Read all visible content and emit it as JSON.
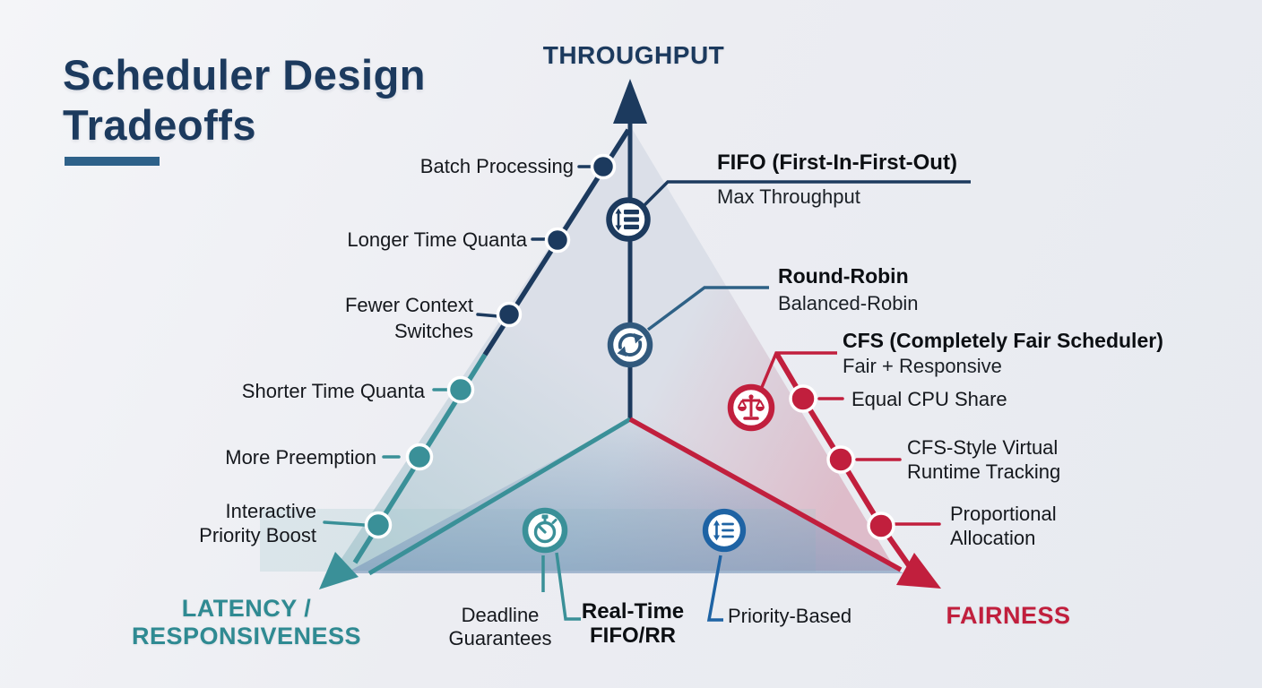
{
  "title": "Scheduler Design Tradeoffs",
  "axes": {
    "throughput": "THROUGHPUT",
    "latency": "LATENCY / RESPONSIVENESS",
    "fairness": "FAIRNESS"
  },
  "schedulers": {
    "fifo": {
      "name": "FIFO (First-In-First-Out)",
      "trait": "Max Throughput",
      "icon": "queue-list-icon"
    },
    "round_robin": {
      "name": "Round-Robin",
      "trait": "Balanced-Robin",
      "icon": "cycle-arrows-icon"
    },
    "cfs": {
      "name": "CFS (Completely Fair Scheduler)",
      "trait": "Fair + Responsive",
      "icon": "balance-scales-icon"
    },
    "realtime": {
      "name": "Real-Time FIFO/RR",
      "icon": "stopwatch-icon"
    }
  },
  "edge_points": {
    "throughput": [
      "Batch Processing",
      "Longer Time Quanta",
      "Fewer Context Switches"
    ],
    "latency": [
      "Shorter Time Quanta",
      "More Preemption",
      "Interactive Priority Boost"
    ],
    "fairness": [
      "Equal CPU Share",
      "CFS-Style Virtual Runtime Tracking",
      "Proportional Allocation"
    ]
  },
  "bottom_notes": {
    "deadline": "Deadline Guarantees",
    "priority": "Priority-Based",
    "priority_icon": "priority-list-icon"
  },
  "colors": {
    "navy": "#1c3a5e",
    "teal": "#3a9098",
    "red": "#c11f3d",
    "steel_blue": "#31597d",
    "blue": "#1e63a4"
  }
}
